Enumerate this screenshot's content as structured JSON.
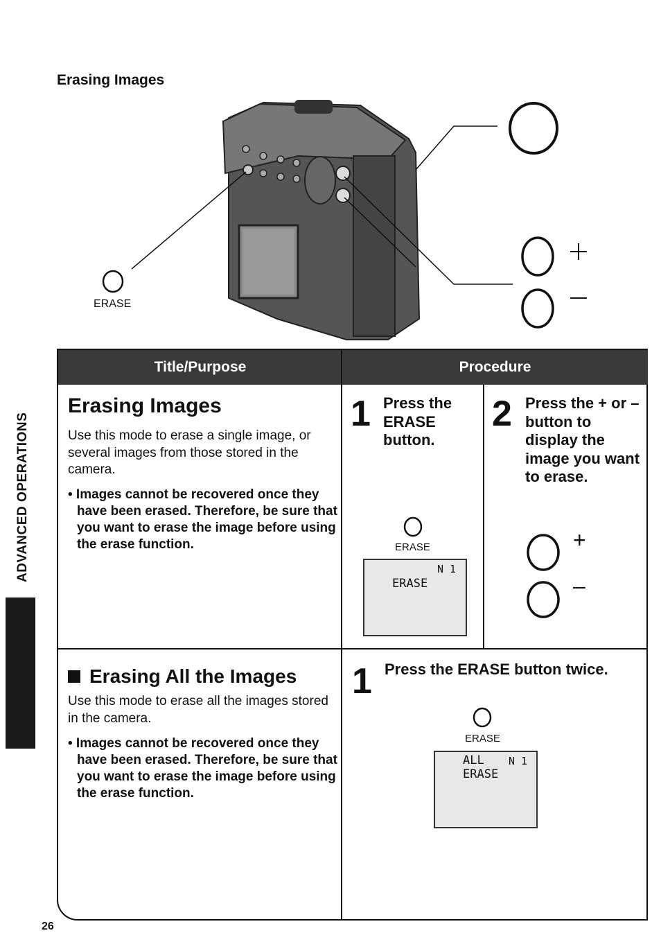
{
  "page": {
    "header": "Erasing Images",
    "side_label": "ADVANCED OPERATIONS",
    "page_number": "26"
  },
  "illustration": {
    "erase_label": "ERASE",
    "plus": "+",
    "minus": "–"
  },
  "table": {
    "col_title": "Title/Purpose",
    "col_procedure": "Procedure",
    "row1": {
      "title": "Erasing Images",
      "desc": "Use this mode to erase a single image, or several images from those stored in the camera.",
      "warning": "• Images cannot be recovered once they have been erased. Therefore, be sure that you want to erase the image before using the erase function.",
      "step1": {
        "num": "1",
        "text": "Press the ERASE button.",
        "button_label": "ERASE",
        "screen_text": "ERASE",
        "screen_counter": "N  1"
      },
      "step2": {
        "num": "2",
        "text": "Press the + or – button to display the image you want to erase.",
        "plus": "+",
        "minus": "–"
      }
    },
    "row2": {
      "title": "Erasing All the Images",
      "desc": "Use this mode to erase all the images stored in the camera.",
      "warning": "• Images cannot be recovered once they have been erased. Therefore, be sure that you want to erase the image before using the erase function.",
      "step1": {
        "num": "1",
        "text": "Press the ERASE button twice.",
        "button_label": "ERASE",
        "screen_line1": "ALL",
        "screen_line2": "ERASE",
        "screen_counter": "N  1"
      }
    }
  }
}
